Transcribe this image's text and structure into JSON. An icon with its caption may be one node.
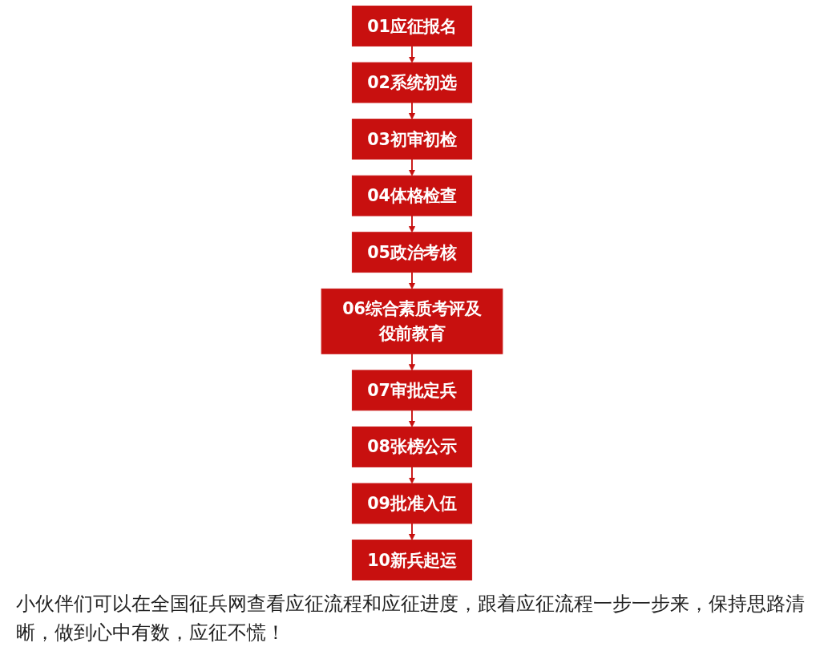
{
  "diagram": {
    "nodes": [
      {
        "text": [
          "01应征报名"
        ]
      },
      {
        "text": [
          "02系统初选"
        ]
      },
      {
        "text": [
          "03初审初检"
        ]
      },
      {
        "text": [
          "04体格检查"
        ]
      },
      {
        "text": [
          "05政治考核"
        ]
      },
      {
        "text": [
          "06综合素质考评及役前教育"
        ]
      },
      {
        "text": [
          "07审批定兵"
        ]
      },
      {
        "text": [
          "08张榜公示"
        ]
      },
      {
        "text": [
          "09批准入伍"
        ]
      },
      {
        "text": [
          "10新兵起运"
        ]
      }
    ],
    "edges": [
      {
        "from": 0,
        "to": 1,
        "arrow": "to"
      },
      {
        "from": 1,
        "to": 2,
        "arrow": "to"
      },
      {
        "from": 2,
        "to": 3,
        "arrow": "to"
      },
      {
        "from": 3,
        "to": 4,
        "arrow": "to"
      },
      {
        "from": 4,
        "to": 5,
        "arrow": "to"
      },
      {
        "from": 5,
        "to": 6,
        "arrow": "to"
      },
      {
        "from": 6,
        "to": 7,
        "arrow": "to"
      },
      {
        "from": 7,
        "to": 8,
        "arrow": "to"
      },
      {
        "from": 8,
        "to": 9,
        "arrow": "to"
      }
    ],
    "caption": "小伙伴们可以在全国征兵网查看应征流程和应征进度，跟着应征流程一步一步来，保持思路清晰，做到心中有数，应征不慌！"
  }
}
